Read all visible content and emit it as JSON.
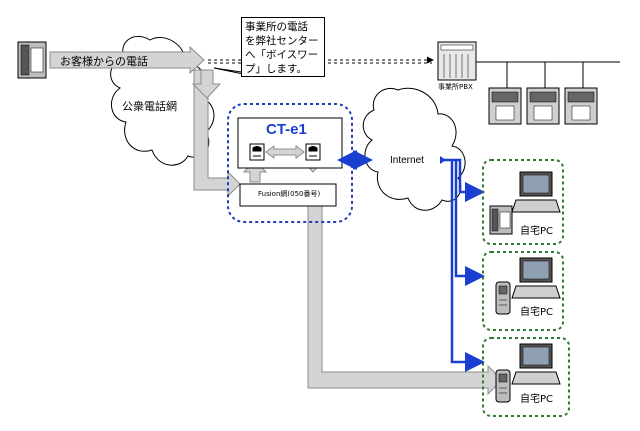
{
  "callout_lines": [
    "事業所の電話",
    "を弊社センター",
    "へ「ボイスワー",
    "プ」します。"
  ],
  "labels": {
    "incoming_call": "お客様からの電話",
    "public_network": "公衆電話網",
    "office_pbx": "事業所PBX",
    "ct_e1": "CT-e1",
    "fusion_network": "Fusion網(050番号)",
    "internet": "Internet",
    "home_pc_1": "自宅PC",
    "home_pc_2": "自宅PC",
    "home_pc_3": "自宅PC"
  },
  "colors": {
    "accent_blue": "#1a3fd0",
    "dotted_blue": "#1f3fb8",
    "dotted_green": "#2f7a2f",
    "flow_fill": "#d4d4d4",
    "flow_edge": "#8c8c8c"
  },
  "icons": [
    "desk-phone-icon",
    "pbx-icon",
    "phone-icon",
    "pc-icon",
    "mobile-phone-icon",
    "cloud-icon"
  ]
}
